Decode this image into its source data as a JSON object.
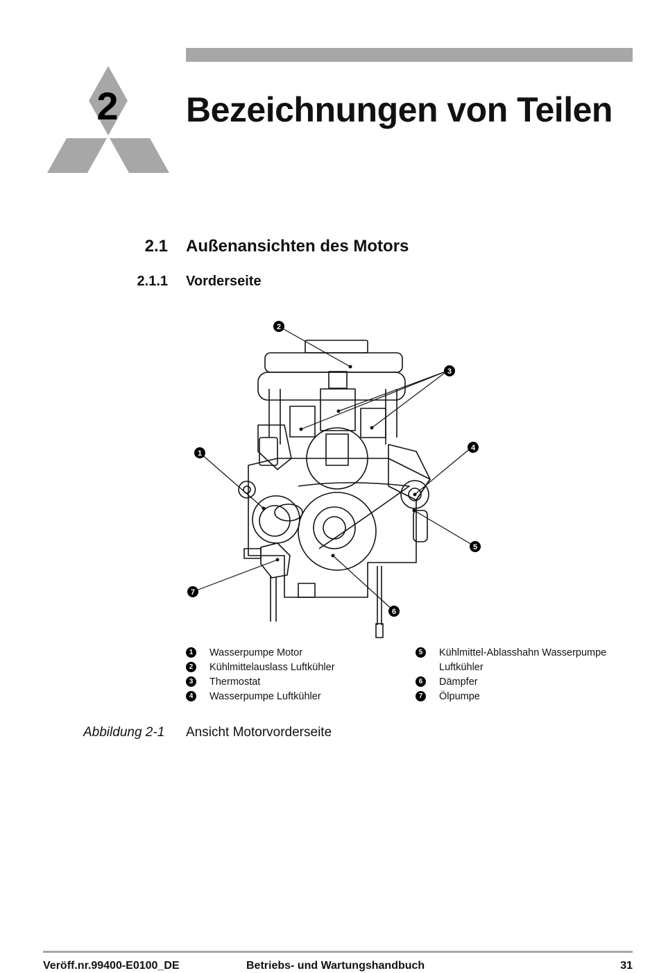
{
  "chapter": {
    "number": "2",
    "title": "Bezeichnungen von Teilen"
  },
  "section": {
    "number": "2.1",
    "title": "Außenansichten des Motors"
  },
  "subsection": {
    "number": "2.1.1",
    "title": "Vorderseite"
  },
  "callouts": [
    "1",
    "2",
    "3",
    "4",
    "5",
    "6",
    "7"
  ],
  "legend_left": [
    {
      "num": "1",
      "text": "Wasserpumpe Motor"
    },
    {
      "num": "2",
      "text": "Kühlmittelauslass Luftkühler"
    },
    {
      "num": "3",
      "text": "Thermostat"
    },
    {
      "num": "4",
      "text": "Wasserpumpe Luftkühler"
    }
  ],
  "legend_right": [
    {
      "num": "5",
      "text_line1": "Kühlmittel-Ablasshahn Wasserpumpe",
      "text_line2": "Luftkühler"
    },
    {
      "num": "6",
      "text_line1": "Dämpfer"
    },
    {
      "num": "7",
      "text_line1": "Ölpumpe"
    }
  ],
  "caption": {
    "label": "Abbildung 2-1",
    "text": "Ansicht Motorvorderseite"
  },
  "footer": {
    "pub_number": "Veröff.nr.99400-E0100_DE",
    "manual": "Betriebs- und Wartungshandbuch",
    "page": "31"
  },
  "colors": {
    "accent_gray": "#a7a7a7",
    "text": "#111111"
  }
}
